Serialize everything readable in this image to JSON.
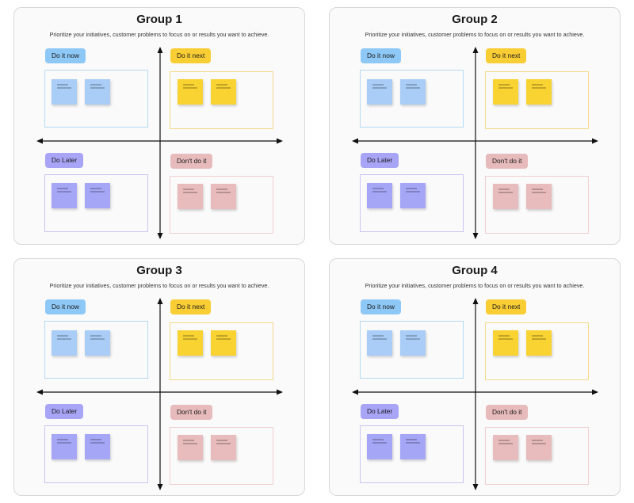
{
  "subtitle": "Prioritize your initiatives, customer problems to focus on or results you want to achieve.",
  "groups": [
    {
      "title": "Group 1"
    },
    {
      "title": "Group 2"
    },
    {
      "title": "Group 3"
    },
    {
      "title": "Group 4"
    }
  ],
  "quadrants": [
    {
      "key": "now",
      "label": "Do it now",
      "tag_color": "#8ec8f6",
      "border_color": "#b5d9f2",
      "note_color": "#a9cdf6",
      "notes": 2
    },
    {
      "key": "next",
      "label": "Do it next",
      "tag_color": "#f9cd34",
      "border_color": "#f3d98a",
      "note_color": "#f8d332",
      "notes": 2
    },
    {
      "key": "later",
      "label": "Do Later",
      "tag_color": "#a8a4f6",
      "border_color": "#c9c5f3",
      "note_color": "#a6a6f6",
      "notes": 2
    },
    {
      "key": "dont",
      "label": "Don't do it",
      "tag_color": "#e7babb",
      "border_color": "#f0cfd1",
      "note_color": "#e8bcbc",
      "notes": 2
    }
  ]
}
